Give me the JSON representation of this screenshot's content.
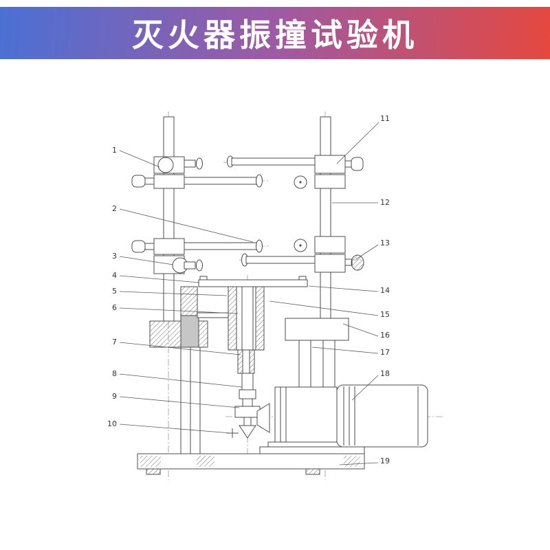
{
  "header": {
    "title": "灭火器振撞试验机",
    "gradient_start": "#4a70d4",
    "gradient_mid": "#9e5aa4",
    "gradient_end": "#e5483e",
    "text_color": "#ffffff"
  },
  "diagram": {
    "line_color": "#4b4b4b",
    "labels": [
      {
        "text": "1"
      },
      {
        "text": "2"
      },
      {
        "text": "3"
      },
      {
        "text": "4"
      },
      {
        "text": "5"
      },
      {
        "text": "6"
      },
      {
        "text": "7"
      },
      {
        "text": "8"
      },
      {
        "text": "9"
      },
      {
        "text": "10"
      },
      {
        "text": "11"
      },
      {
        "text": "12"
      },
      {
        "text": "13"
      },
      {
        "text": "14"
      },
      {
        "text": "15"
      },
      {
        "text": "16"
      },
      {
        "text": "17"
      },
      {
        "text": "18"
      },
      {
        "text": "19"
      }
    ]
  }
}
